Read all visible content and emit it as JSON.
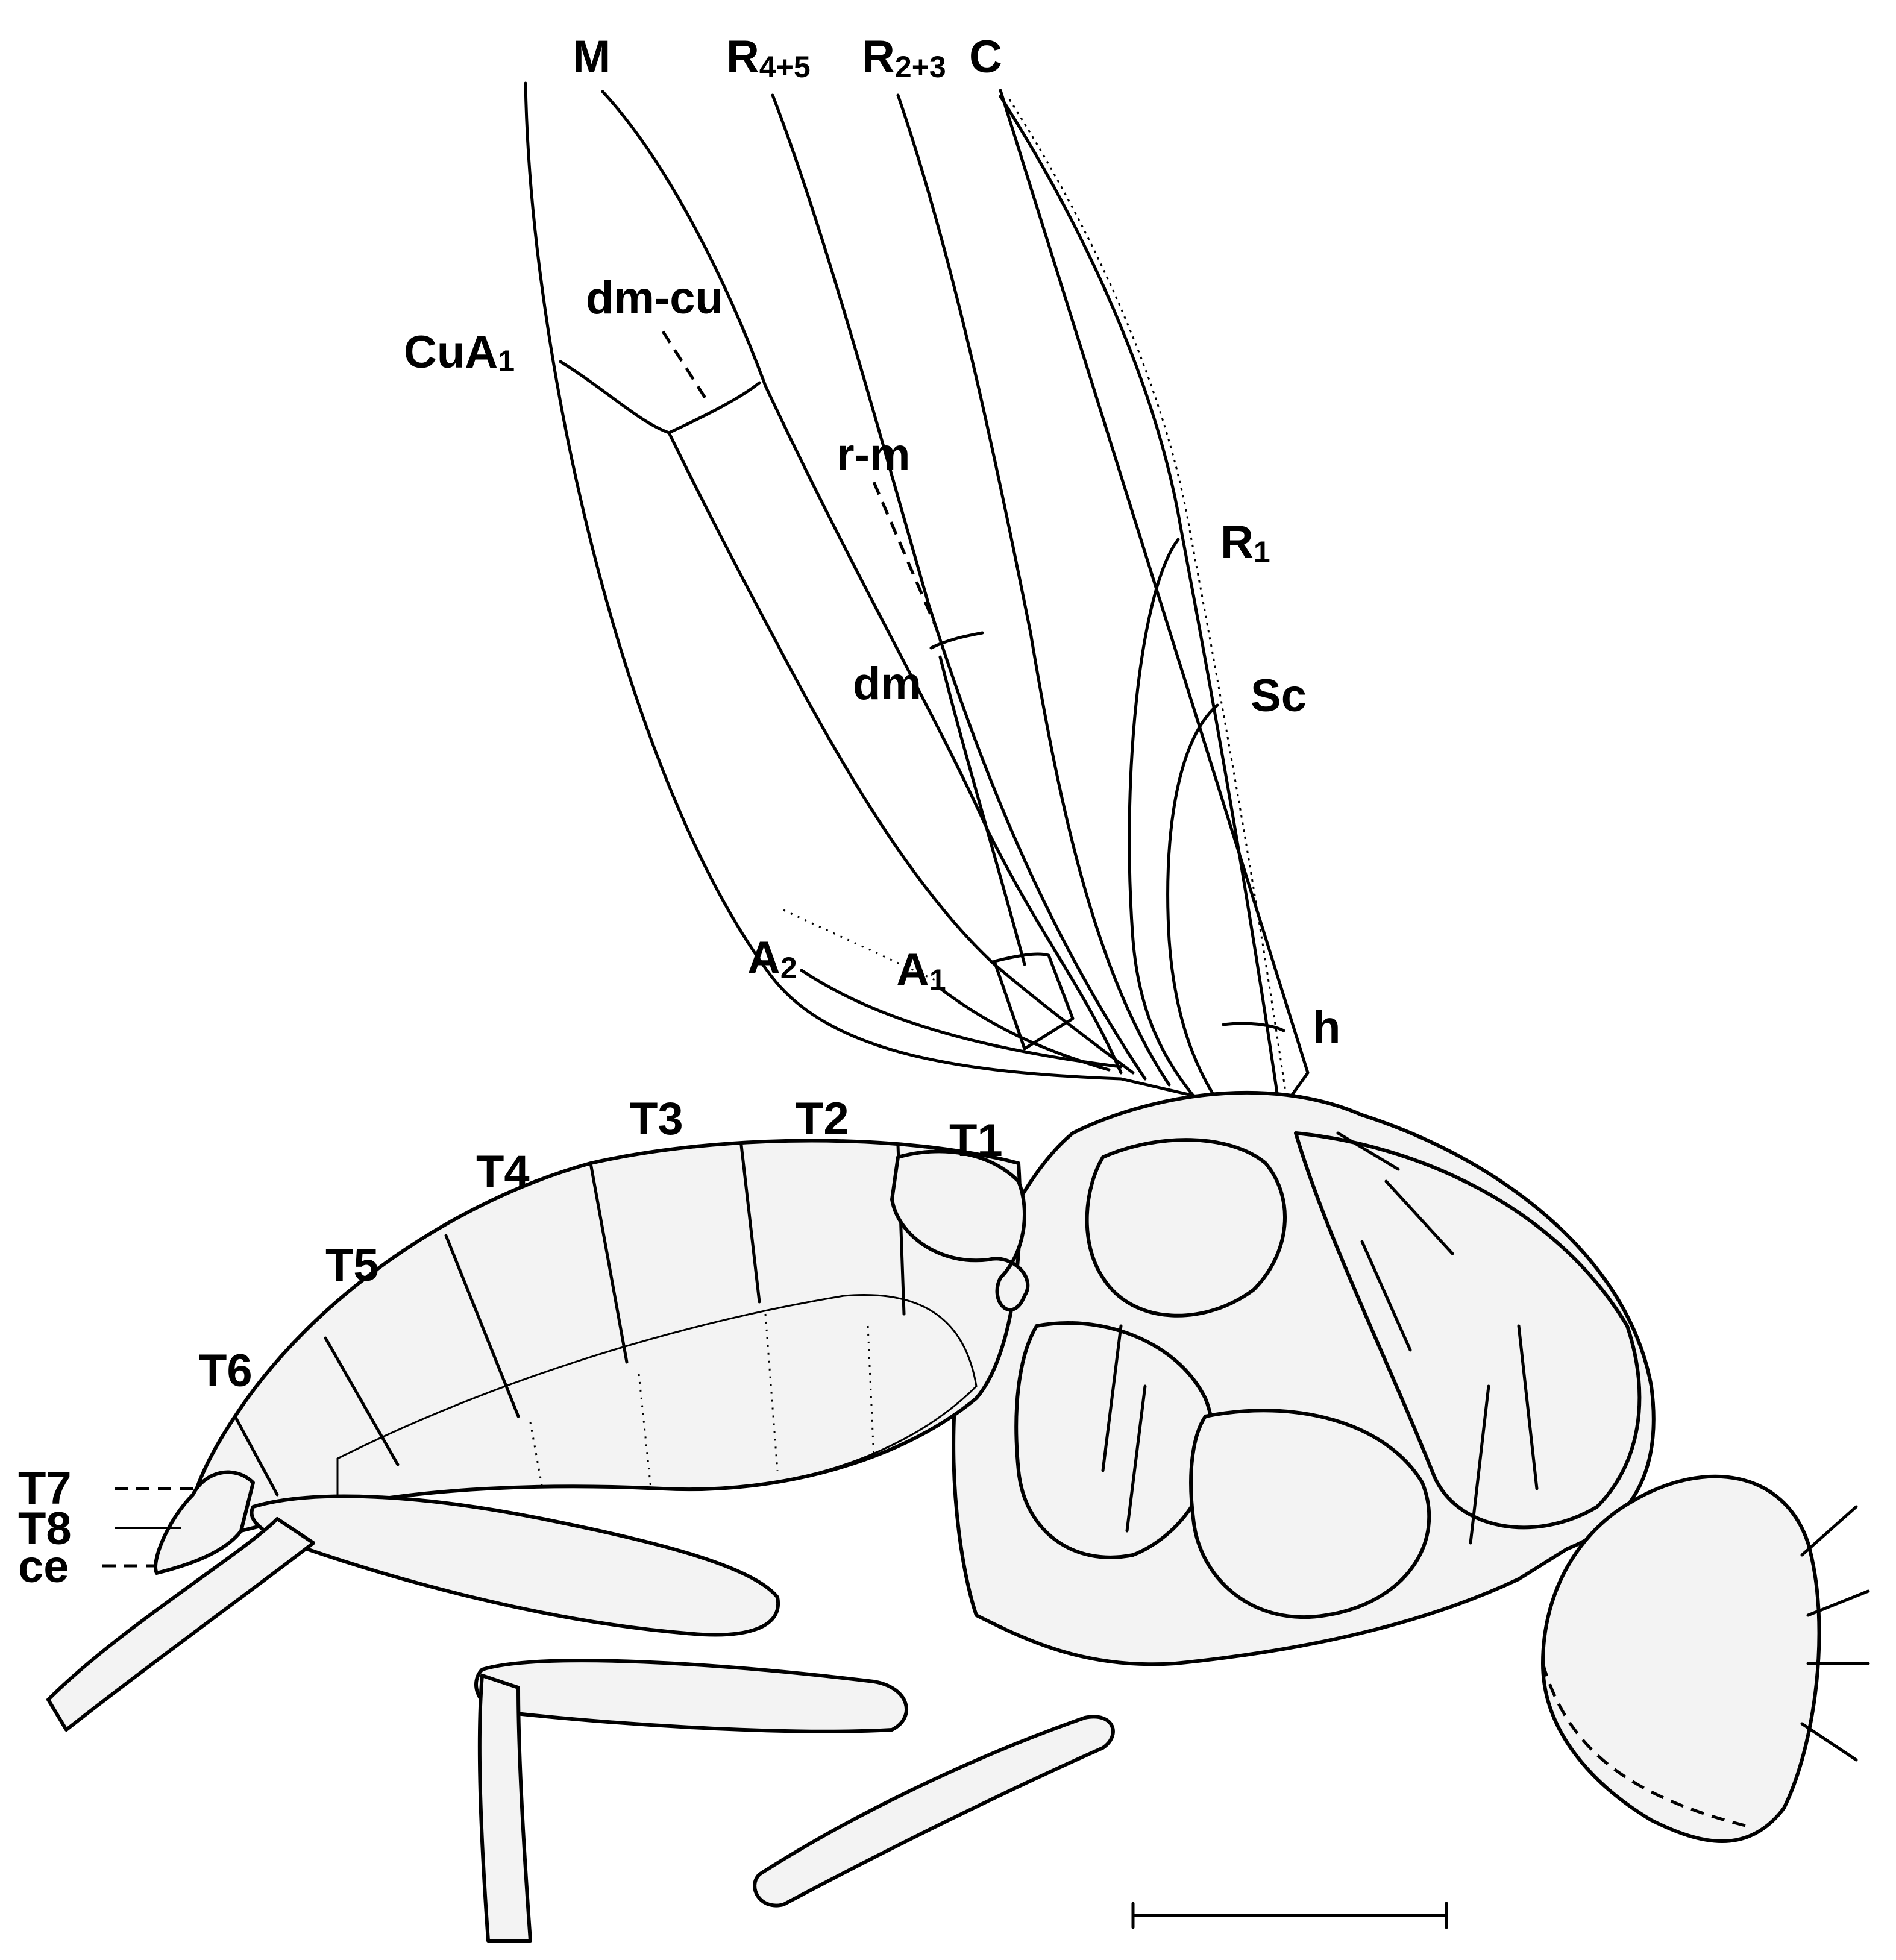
{
  "labels": {
    "M": "M",
    "R45": {
      "main": "R",
      "sub": "4+5"
    },
    "R23": {
      "main": "R",
      "sub": "2+3"
    },
    "C": "C",
    "CuA1": {
      "main": "CuA",
      "sub": "1"
    },
    "dm_cu": "dm-cu",
    "r_m": "r-m",
    "R1": {
      "main": "R",
      "sub": "1"
    },
    "dm": "dm",
    "Sc": "Sc",
    "A2": {
      "main": "A",
      "sub": "2"
    },
    "A1": {
      "main": "A",
      "sub": "1"
    },
    "h": "h",
    "T1": "T1",
    "T2": "T2",
    "T3": "T3",
    "T4": "T4",
    "T5": "T5",
    "T6": "T6",
    "T7": "T7",
    "T8": "T8",
    "ce": "ce"
  },
  "colors": {
    "ink": "#000000",
    "background": "#ffffff",
    "stipple": "#f3f3f3"
  }
}
